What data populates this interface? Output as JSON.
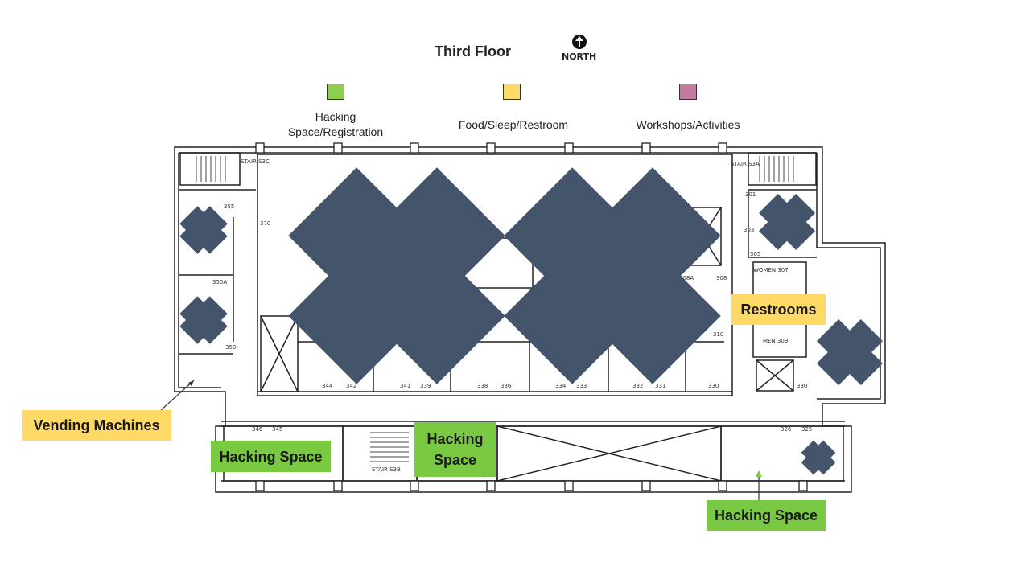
{
  "header": {
    "title": "Third Floor",
    "north_label": "NORTH"
  },
  "legend": [
    {
      "label": "Hacking Space/Registration",
      "color": "#8ccf4d"
    },
    {
      "label": "Food/Sleep/Restroom",
      "color": "#ffd966"
    },
    {
      "label": "Workshops/Activities",
      "color": "#c27ba0"
    }
  ],
  "map": {
    "closed_marker_color": "#44546a",
    "room_labels": [
      "STAIR S3C",
      "STAIR S3A",
      "STAIR S3B",
      "355",
      "350A",
      "350",
      "370",
      "301",
      "303",
      "305",
      "WOMEN 307",
      "MEN 309",
      "308A",
      "308",
      "310",
      "346",
      "345",
      "326",
      "325",
      "344",
      "342",
      "341",
      "339",
      "338",
      "336",
      "334",
      "333",
      "332",
      "331",
      "330",
      "330"
    ]
  },
  "tags": {
    "restrooms": "Restrooms",
    "vending": "Vending Machines",
    "hacking_1": "Hacking Space",
    "hacking_2": "Hacking Space",
    "hacking_3": "Hacking Space"
  }
}
